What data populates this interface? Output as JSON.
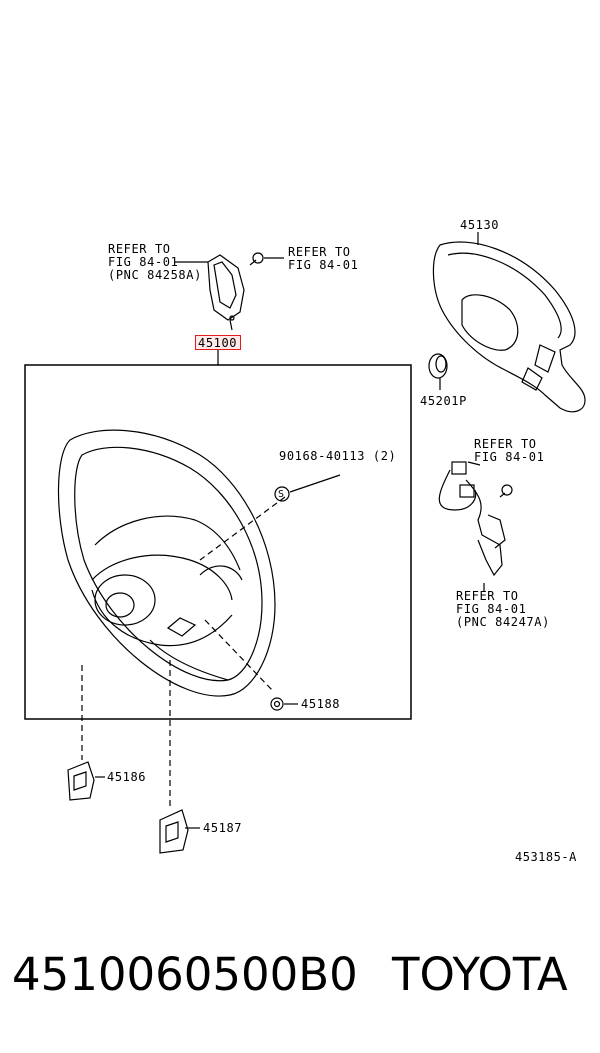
{
  "diagram": {
    "main_assembly_code": "45100",
    "parts": {
      "pad": "45130",
      "nut": "45201P",
      "bolt": "90168-40113 (2)",
      "screw": "45188",
      "cover_left": "45186",
      "cover_right": "45187"
    },
    "refer_top_left": [
      "REFER TO",
      "FIG 84-01",
      "(PNC 84258A)"
    ],
    "refer_top_mid": [
      "REFER TO",
      "FIG 84-01"
    ],
    "refer_right_top": [
      "REFER TO",
      "FIG 84-01"
    ],
    "refer_right_bottom": [
      "REFER TO",
      "FIG 84-01",
      "(PNC 84247A)"
    ],
    "callout_symbol": "S",
    "figure_ref": "453185-A"
  },
  "footer": {
    "part_number": "4510060500B0",
    "brand": "TOYOTA"
  }
}
